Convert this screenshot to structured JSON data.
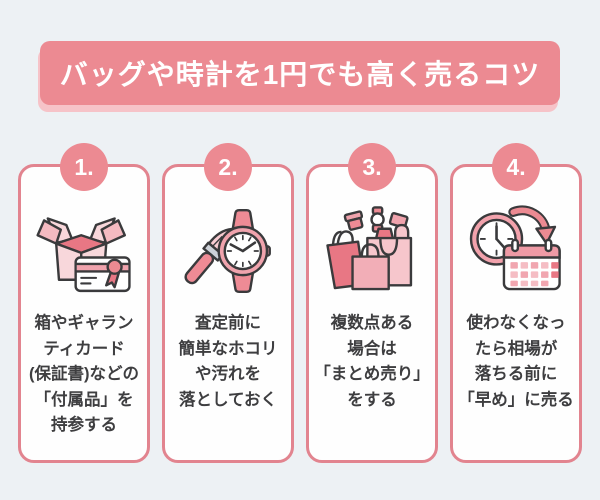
{
  "title": {
    "text": "バッグや時計を1円でも高く売るコツ"
  },
  "cards": [
    {
      "number": "1.",
      "icon": "open-box-warranty-card-icon",
      "text": "箱やギャラン\nティカード\n(保証書)などの\n「付属品」を\n持参する"
    },
    {
      "number": "2.",
      "icon": "brush-and-watch-icon",
      "text": "査定前に\n簡単なホコリ\nや汚れを\n落としておく"
    },
    {
      "number": "3.",
      "icon": "shopping-bags-icon",
      "text": "複数点ある\n場合は\n「まとめ売り」\nをする"
    },
    {
      "number": "4.",
      "icon": "clock-calendar-icon",
      "text": "使わなくなっ\nたら相場が\n落ちる前に\n「早め」に売る"
    }
  ],
  "colors": {
    "background": "#edf1f4",
    "accent_coral": "#ec8a92",
    "banner_shadow": "#f6c3c8",
    "card_border": "#e2848f",
    "card_background": "#fefefe",
    "text": "#3e3e40",
    "icon_outline": "#3a3a3c",
    "icon_pink_light": "#f8d7db",
    "icon_pink_mid": "#f0a3ad",
    "icon_pink_dark": "#e87784"
  }
}
